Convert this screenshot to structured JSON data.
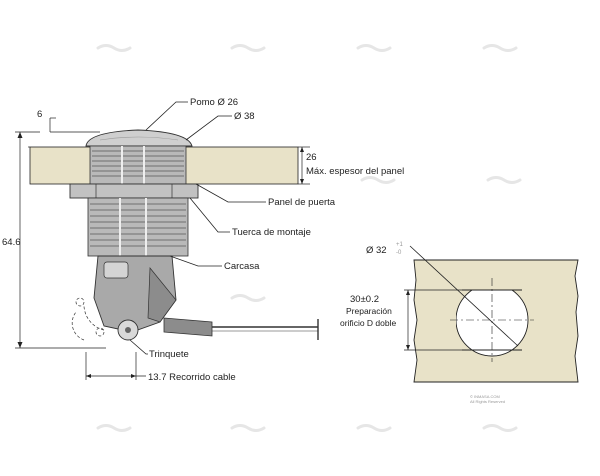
{
  "labels": {
    "pomo": "Pomo Ø 26",
    "d38": "Ø 38",
    "six": "6",
    "twentysix": "26",
    "max_espesor": "Máx. espesor del panel",
    "panel_puerta": "Panel de puerta",
    "tuerca": "Tuerca de montaje",
    "carcasa": "Carcasa",
    "height": "64.6",
    "trinquete": "Trinquete",
    "recorrido": "13.7 Recorrido cable",
    "d32": "Ø 32",
    "tol_plus": "+1",
    "tol_minus": "-0",
    "prep_value": "30±0.2",
    "prep_line1": "Preparación",
    "prep_line2": "orificio D doble"
  },
  "watermark": {
    "line1": "© INMASA.COM",
    "line2": "All Rights Reserved"
  },
  "colors": {
    "panel": "#e8e2c8",
    "metal": "#b9b9b9",
    "metal_dark": "#8c8c8c",
    "line": "#222222"
  }
}
